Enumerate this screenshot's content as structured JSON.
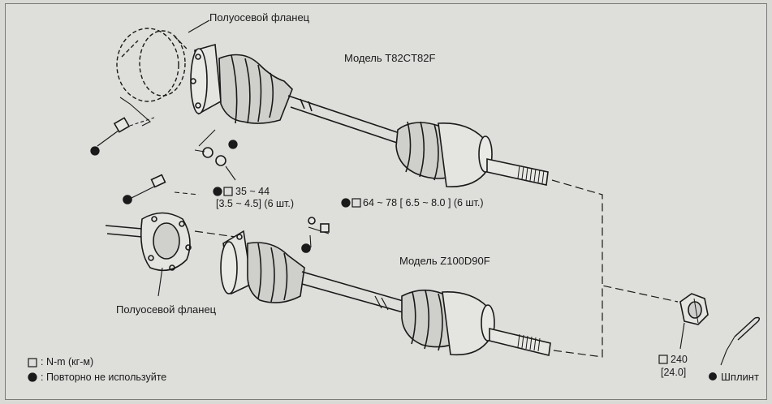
{
  "labels": {
    "flange_top": "Полуосевой фланец",
    "flange_bottom": "Полуосевой фланец",
    "model_top": "Модель T82CT82F",
    "model_bottom": "Модель Z100D90F"
  },
  "torques": {
    "t1_line1": "35 ~ 44",
    "t1_line2": "[3.5 ~ 4.5] (6 шт.)",
    "t2": "64 ~ 78 [ 6.5 ~ 8.0 ] (6 шт.)",
    "t3_line1": "240",
    "t3_line2": "[24.0]"
  },
  "cotter": "Шплинт",
  "legend": {
    "torque_unit": ": N-m (кг-м)",
    "do_not_reuse": ": Повторно не используйте"
  },
  "icons": {
    "torque": "torque-wrench-icon",
    "no_reuse": "do-not-reuse-icon"
  },
  "colors": {
    "ink": "#1a1a1a",
    "paper": "#dededb"
  }
}
